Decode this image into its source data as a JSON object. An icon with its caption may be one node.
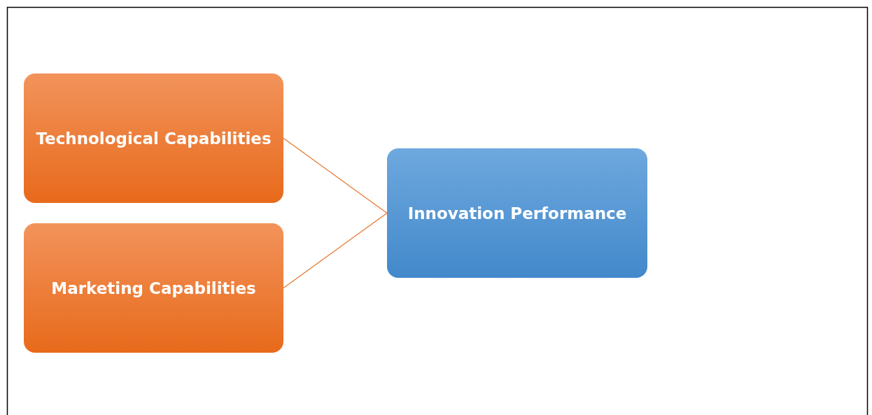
{
  "diagram": {
    "nodes": [
      {
        "text": [
          "Technological Capabilities"
        ]
      },
      {
        "text": [
          "Marketing Capabilities"
        ]
      },
      {
        "text": [
          "Innovation Performance"
        ]
      }
    ],
    "edges": [
      {
        "from": 0,
        "to": 2,
        "arrow": "none"
      },
      {
        "from": 1,
        "to": 2,
        "arrow": "none"
      }
    ]
  }
}
